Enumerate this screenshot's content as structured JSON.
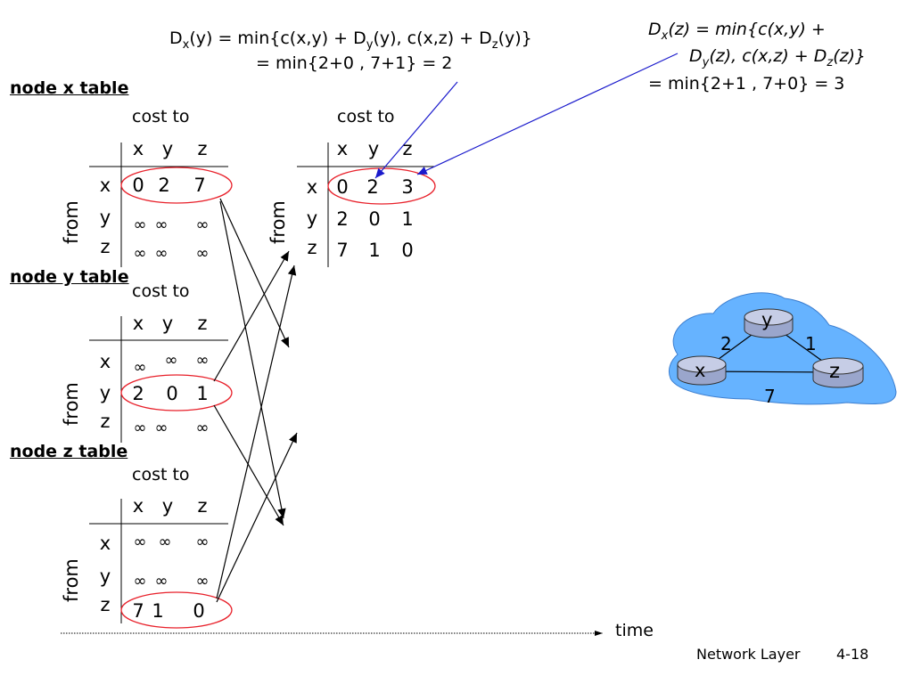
{
  "formula_y": {
    "line1_D": "D",
    "line1_sub_x": "x",
    "line1_a": "(y) = min{c(x,y) + D",
    "line1_sub_y": "y",
    "line1_b": "(y), c(x,z) + D",
    "line1_sub_z": "z",
    "line1_c": "(y)}",
    "line2": "= min{2+0 , 7+1} = 2"
  },
  "formula_z": {
    "line1_D": "D",
    "line1_sub_x": "x",
    "line1_a": "(z) = min{",
    "line1_b": "c(x,y) +",
    "line2_D": "D",
    "line2_sub_y": "y",
    "line2_a": "(z), ",
    "line2_b": "c(x,z) + D",
    "line2_sub_z": "z",
    "line2_c": "(z)}",
    "line3": "= min{2+1 , 7+0} = 3"
  },
  "headings": {
    "x": "node x table",
    "y": "node y table",
    "z": "node z table"
  },
  "labels": {
    "cost_to": "cost to",
    "from": "from",
    "time": "time"
  },
  "col_headers": [
    "x",
    "y",
    "z"
  ],
  "row_headers": [
    "x",
    "y",
    "z"
  ],
  "tables": {
    "x_initial": [
      [
        "0",
        "2",
        "7"
      ],
      [
        "∞",
        "∞",
        "∞"
      ],
      [
        "∞",
        "∞",
        "∞"
      ]
    ],
    "x_updated": [
      [
        "0",
        "2",
        "3"
      ],
      [
        "2",
        "0",
        "1"
      ],
      [
        "7",
        "1",
        "0"
      ]
    ],
    "y_initial": [
      [
        "∞",
        "∞",
        "∞"
      ],
      [
        "2",
        "0",
        "1"
      ],
      [
        "∞",
        "∞",
        "∞"
      ]
    ],
    "z_initial": [
      [
        "∞",
        "∞",
        "∞"
      ],
      [
        "∞",
        "∞",
        "∞"
      ],
      [
        "7",
        "1",
        "0"
      ]
    ]
  },
  "graph": {
    "nodes": [
      "x",
      "y",
      "z"
    ],
    "edge_xy": "2",
    "edge_yz": "1",
    "edge_xz": "7"
  },
  "footer": {
    "label": "Network Layer",
    "page": "4-18"
  },
  "colors": {
    "highlight": "#e8202a",
    "arrow_blue": "#1a1acc",
    "cloud": "#66b3ff"
  }
}
